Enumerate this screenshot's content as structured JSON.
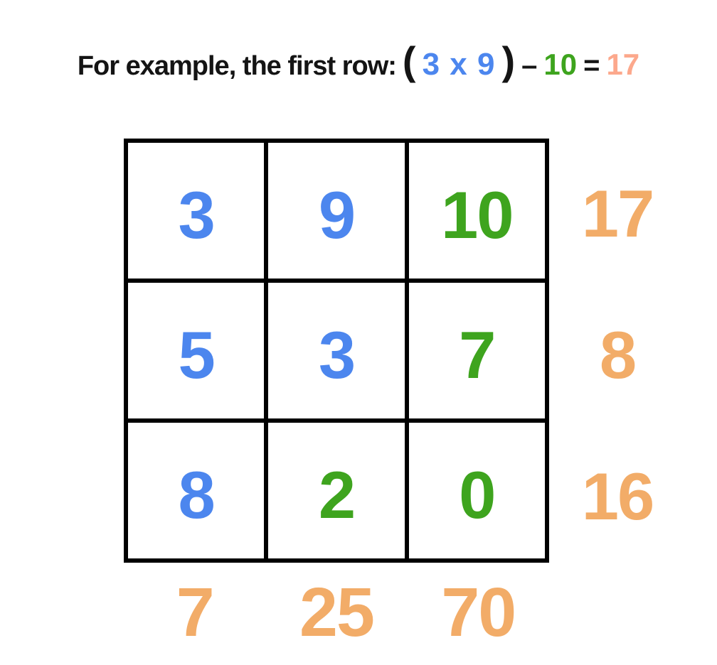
{
  "caption": {
    "prefix": "For example, the first row:",
    "open_paren": "(",
    "expression": "3 x 9",
    "close_paren": ")",
    "minus": "–",
    "subtrahend": "10",
    "equals": "=",
    "result": "17"
  },
  "colors": {
    "ink": "#141414",
    "line": "#000000",
    "blue": "#4c86ee",
    "green": "#3ea41e",
    "orange": "#f2ac68",
    "salmon": "#fca88c"
  },
  "grid": {
    "rows": [
      [
        {
          "value": "3",
          "color": "blue"
        },
        {
          "value": "9",
          "color": "blue"
        },
        {
          "value": "10",
          "color": "green"
        }
      ],
      [
        {
          "value": "5",
          "color": "blue"
        },
        {
          "value": "3",
          "color": "blue"
        },
        {
          "value": "7",
          "color": "green"
        }
      ],
      [
        {
          "value": "8",
          "color": "blue"
        },
        {
          "value": "2",
          "color": "green"
        },
        {
          "value": "0",
          "color": "green"
        }
      ]
    ],
    "row_results": [
      "17",
      "8",
      "16"
    ],
    "column_results": [
      "7",
      "25",
      "70"
    ]
  }
}
